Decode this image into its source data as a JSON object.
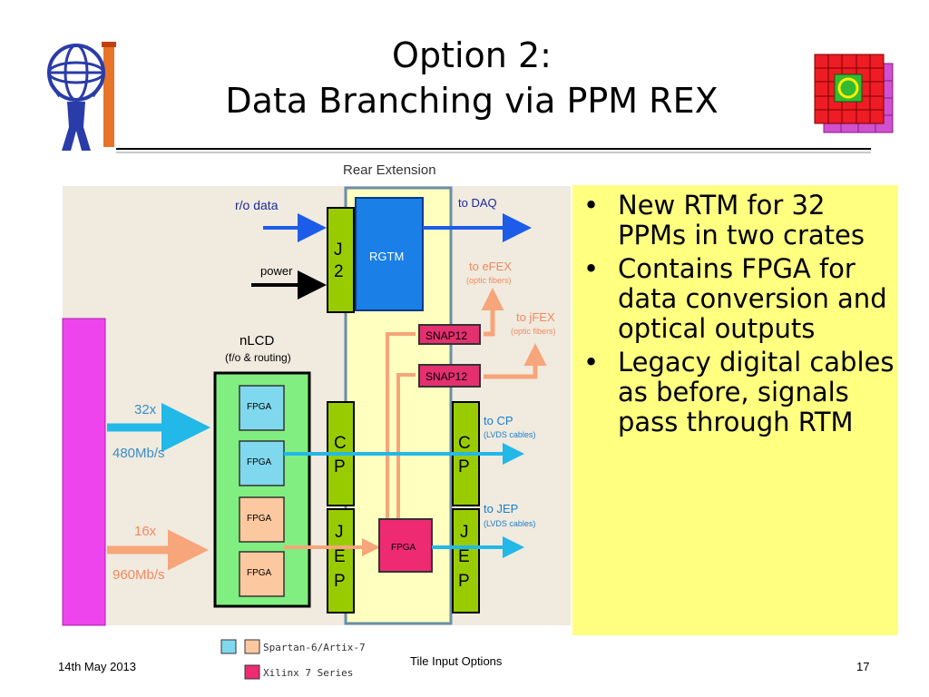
{
  "slide": {
    "title_line1": "Option 2:",
    "title_line2": "Data Branching via PPM REX",
    "footer_date": "14th May 2013",
    "footer_center": "Tile Input Options",
    "page_number": "17"
  },
  "bullets": [
    "New RTM for 32 PPMs in two crates",
    "Contains FPGA for data conversion and optical outputs",
    "Legacy digital cables as before, signals pass through RTM"
  ],
  "bullet_glyph": "•",
  "diagram": {
    "rear_extension": "Rear Extension",
    "ro_data": "r/o data",
    "power": "power",
    "j2_letters": [
      "J",
      "2"
    ],
    "rgtm": "RGTM",
    "to_daq": "to DAQ",
    "to_efex": "to eFEX",
    "to_efex_sub": "(optic fibers)",
    "to_jfex": "to jFEX",
    "to_jfex_sub": "(optic fibers)",
    "snap12_a": "SNAP12",
    "snap12_b": "SNAP12",
    "nlcd": "nLCD",
    "nlcd_sub": "(f/o & routing)",
    "fpga_labels": [
      "FPGA",
      "FPGA",
      "FPGA",
      "FPGA"
    ],
    "rex_fpga": "FPGA",
    "in_top_count": "32x",
    "in_top_rate": "480Mb/s",
    "in_bottom_count": "16x",
    "in_bottom_rate": "960Mb/s",
    "cp_letters": [
      "C",
      "P"
    ],
    "jep_letters": [
      "J",
      "E",
      "P"
    ],
    "to_cp": "to CP",
    "to_cp_sub": "(LVDS cables)",
    "to_jep": "to JEP",
    "to_jep_sub": "(LVDS cables)",
    "legend_spartan": "Spartan-6/Artix-7",
    "legend_xilinx": "Xilinx 7 Series"
  },
  "colors": {
    "panel_bg": "#f0eadf",
    "rex_bg": "#ffffc0",
    "rex_border": "#6a8ea8",
    "connector_green": "#99cc00",
    "rgtm_blue": "#1a7fe6",
    "nlcd_green": "#80ee80",
    "fpga_cyan": "#80d8ee",
    "fpga_peach": "#fcc8a0",
    "xilinx_pink": "#ee2a72",
    "snap_pink": "#e4306e",
    "magenta_bar": "#ee44ee",
    "arrow_blue": "#1d5ce8",
    "arrow_cyan": "#22b8e8",
    "arrow_orange": "#f7a57a",
    "bullet_bg": "#ffff80"
  },
  "icons": {
    "left_logo": "atlas-logo-icon",
    "right_logo": "calorimeter-grid-icon"
  }
}
